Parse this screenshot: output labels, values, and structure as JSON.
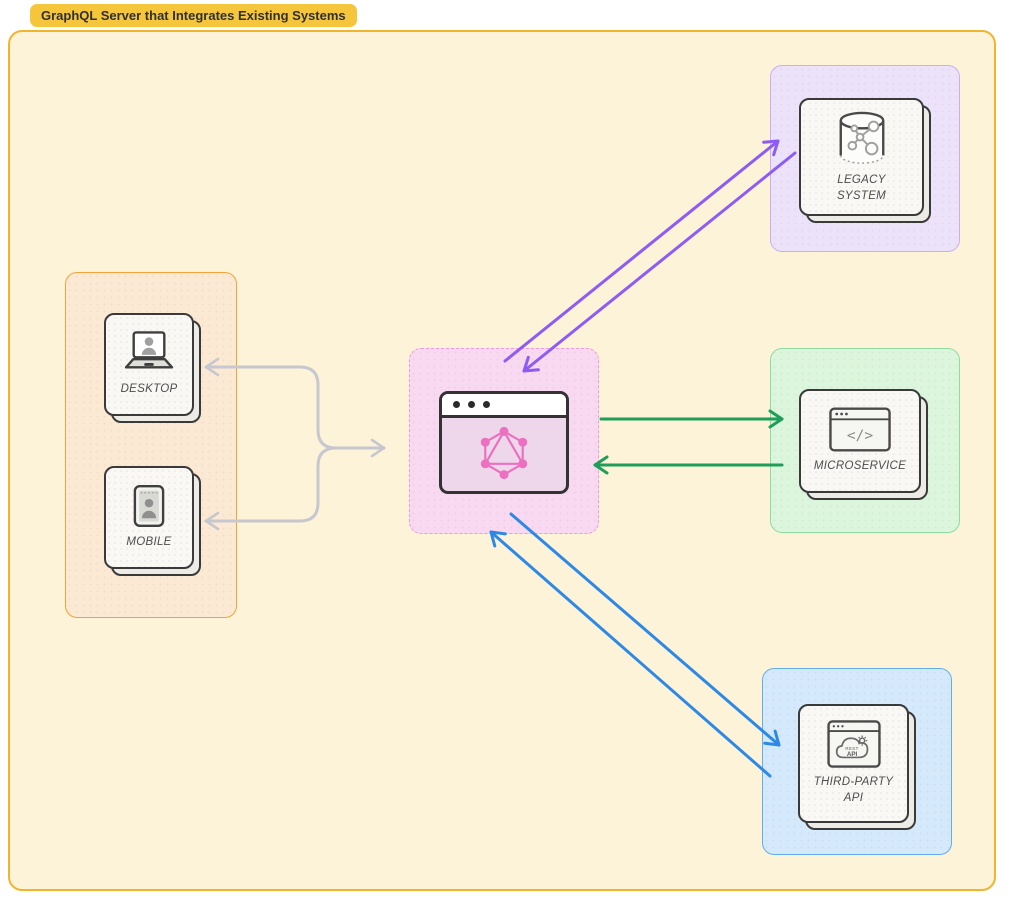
{
  "badge": {
    "label": "GraphQL Server that Integrates Existing Systems"
  },
  "nodes": {
    "desktop": {
      "label": "DESKTOP",
      "icon": "laptop-user-icon"
    },
    "mobile": {
      "label": "MOBILE",
      "icon": "mobile-user-icon"
    },
    "graphql_server": {
      "icon": "graphql-logo-icon"
    },
    "legacy": {
      "label": "LEGACY SYSTEM",
      "icon": "database-network-icon"
    },
    "microservice": {
      "label": "MICROSERVICE",
      "icon": "code-window-icon",
      "icon_text": "</>"
    },
    "third_party": {
      "label": "THIRD-PARTY API",
      "icon": "cloud-api-icon",
      "icon_text_top": "REST",
      "icon_text_bottom": "API"
    }
  },
  "edges": [
    {
      "from": "graphql_server",
      "to": "desktop",
      "color": "#c7c7cf"
    },
    {
      "from": "graphql_server",
      "to": "mobile",
      "color": "#c7c7cf"
    },
    {
      "from": "clients",
      "to": "graphql_server",
      "color": "#c7c7cf"
    },
    {
      "from": "graphql_server",
      "to": "legacy",
      "color": "#8c5cf5"
    },
    {
      "from": "legacy",
      "to": "graphql_server",
      "color": "#8c5cf5"
    },
    {
      "from": "graphql_server",
      "to": "microservice",
      "color": "#1f9e58"
    },
    {
      "from": "microservice",
      "to": "graphql_server",
      "color": "#1f9e58"
    },
    {
      "from": "graphql_server",
      "to": "third_party",
      "color": "#2e89e5"
    },
    {
      "from": "third_party",
      "to": "graphql_server",
      "color": "#2e89e5"
    }
  ],
  "colors": {
    "canvas_bg": "#fdf3d8",
    "canvas_border": "#f2b42d",
    "badge_bg": "#f5c63c",
    "clients_bg": "#fbe9d4",
    "clients_border": "#f2a33c",
    "server_bg": "#f8d9f1",
    "server_border": "#ef9bd8",
    "legacy_bg": "#ece3fb",
    "legacy_border": "#c9aff2",
    "microservice_bg": "#dcf6dd",
    "microservice_border": "#8fdb9f",
    "third_party_bg": "#d4e9fb",
    "third_party_border": "#62aeea",
    "arrow_purple": "#8c5cf5",
    "arrow_green": "#1f9e58",
    "arrow_blue": "#2e89e5",
    "arrow_gray": "#c7c7cf",
    "graphql_pink": "#ec6fc0"
  }
}
